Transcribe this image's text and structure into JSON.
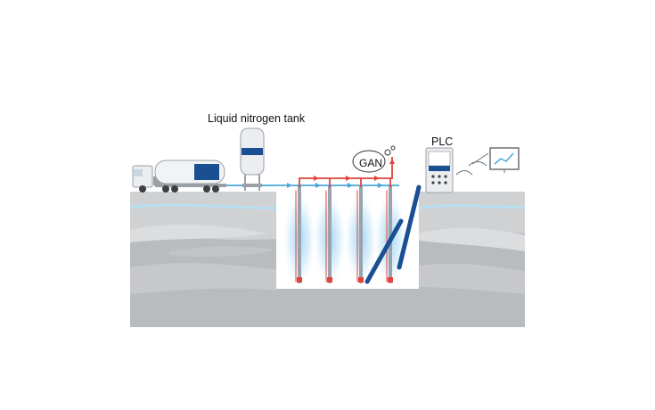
{
  "labels": {
    "tank": "Liquid nitrogen tank",
    "plc": "PLC",
    "gas": "GAN"
  },
  "colors": {
    "ground_dark": "#b9bcbf",
    "ground_mid": "#cfd1d3",
    "ground_light": "#e1e2e3",
    "frozen_zone": "#ffffff",
    "ln2_line": "#4aa7d8",
    "gas_line": "#e0443c",
    "brand_blue": "#1a4f93",
    "equipment": "#ecedf0"
  },
  "icons": [
    "truck-icon",
    "tank-icon",
    "plc-cabinet-icon",
    "monitor-icon",
    "antenna-icon"
  ]
}
